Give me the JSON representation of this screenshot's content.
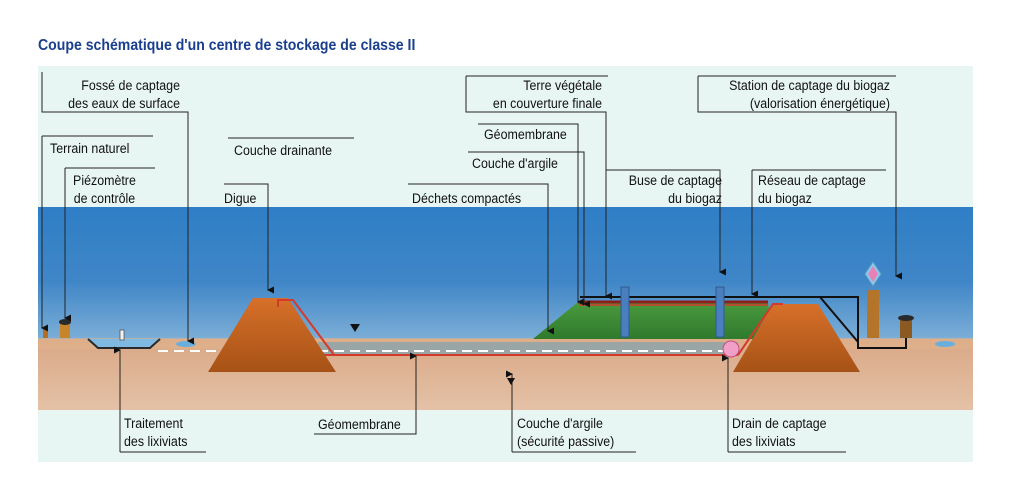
{
  "title": "Coupe schématique d'un centre de stockage de classe II",
  "labels": {
    "fosse": "Fossé de captage\ndes eaux de surface",
    "terrain": "Terrain naturel",
    "piezo": "Piézomètre\nde contrôle",
    "couche_drainante": "Couche drainante",
    "digue": "Digue",
    "dechets": "Déchets compactés",
    "terre": "Terre végétale\nen couverture finale",
    "geomembrane_top": "Géomembrane",
    "argile_top": "Couche d'argile",
    "buse": "Buse de captage\ndu biogaz",
    "station": "Station de captage du biogaz\n(valorisation énergétique)",
    "reseau": "Réseau de captage\ndu biogaz",
    "traitement": "Traitement\ndes lixiviats",
    "geomembrane_bottom": "Géomembrane",
    "argile_bottom": "Couche d'argile\n(sécurité passive)",
    "drain": "Drain de captage\ndes lixiviats"
  },
  "colors": {
    "title": "#1a3f8f",
    "sky": "#e8f6f3",
    "water": "#2f77be",
    "ground": "#dcae8c",
    "dyke": "#c8621a",
    "waste": "#3d8b36",
    "clay_line": "#d43a2b",
    "pipe": "#4a7fbf"
  }
}
